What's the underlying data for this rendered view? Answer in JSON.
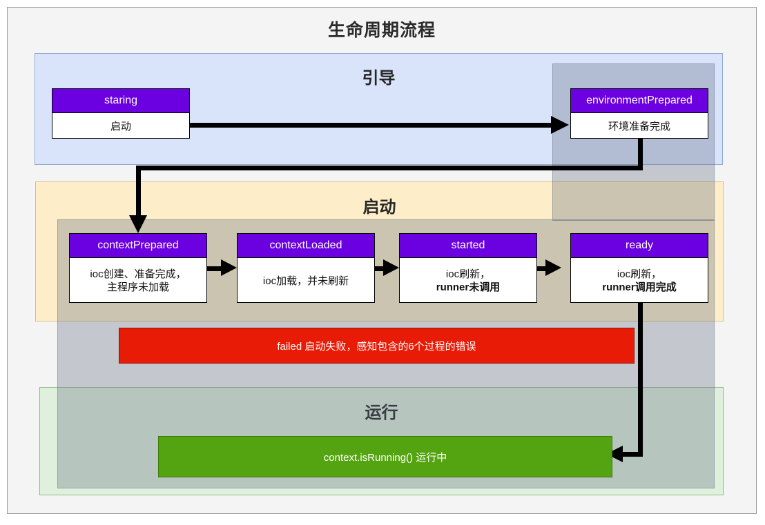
{
  "diagram": {
    "title": "生命周期流程"
  },
  "phases": {
    "bootstrap": {
      "label": "引导"
    },
    "startup": {
      "label": "启动"
    },
    "running": {
      "label": "运行"
    }
  },
  "nodes": {
    "staring": {
      "title": "staring",
      "desc": "启动"
    },
    "environment_prepared": {
      "title": "environmentPrepared",
      "desc": "环境准备完成"
    },
    "context_prepared": {
      "title": "contextPrepared",
      "desc_line1": "ioc创建、准备完成，",
      "desc_line2": "主程序未加载"
    },
    "context_loaded": {
      "title": "contextLoaded",
      "desc": "ioc加载，并未刷新"
    },
    "started": {
      "title": "started",
      "desc_line1": "ioc刷新，",
      "desc_line2": "runner未调用"
    },
    "ready": {
      "title": "ready",
      "desc_line1": "ioc刷新，",
      "desc_line2": "runner调用完成"
    }
  },
  "bars": {
    "failed": {
      "label": "failed  启动失败，感知包含的6个过程的错误"
    },
    "running": {
      "label": "context.isRunning()  运行中"
    }
  },
  "colors": {
    "node_header": "#6b00e0",
    "node_body": "#ffffff",
    "bootstrap_panel": "#d9e4fb",
    "startup_panel": "#fdeec9",
    "running_panel": "#dff0dc",
    "failed_bar": "#e81b06",
    "running_bar": "#54a310",
    "overlay": "rgba(96,110,128,0.32)",
    "connector": "#000000",
    "page_background": "#f4f4f4"
  }
}
